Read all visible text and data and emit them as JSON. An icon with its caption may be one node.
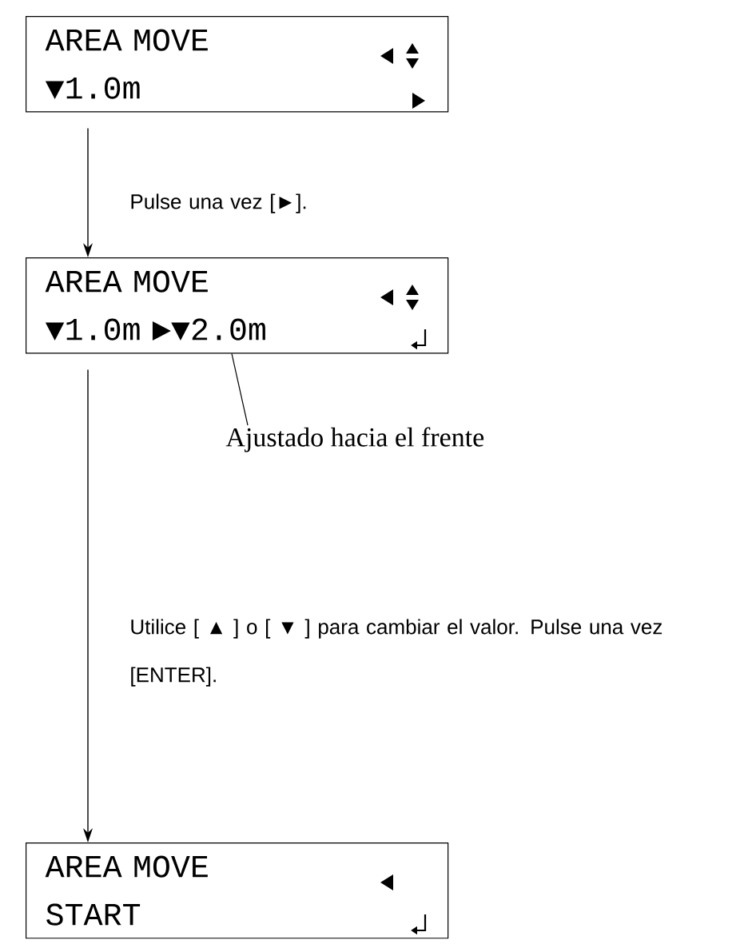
{
  "diagram": {
    "nodes": [
      {
        "text": [
          "AREA MOVE",
          "▼1.0m"
        ]
      },
      {
        "text": [
          "AREA MOVE",
          "▼1.0m ►▼2.0m"
        ]
      },
      {
        "text": [
          "Ajustado hacia el frente"
        ]
      },
      {
        "text": [
          "AREA MOVE",
          "START"
        ]
      }
    ],
    "edges": [
      {
        "from": 0,
        "to": 1,
        "arrow": "to",
        "label": "Pulse una vez [►]."
      },
      {
        "from": 2,
        "to": 1,
        "arrow": "none"
      },
      {
        "from": 1,
        "to": 3,
        "arrow": "to",
        "label": "Utilice [ ▲ ] o [ ▼ ] para cambiar el valor. Pulse una vez [ENTER]."
      }
    ]
  }
}
